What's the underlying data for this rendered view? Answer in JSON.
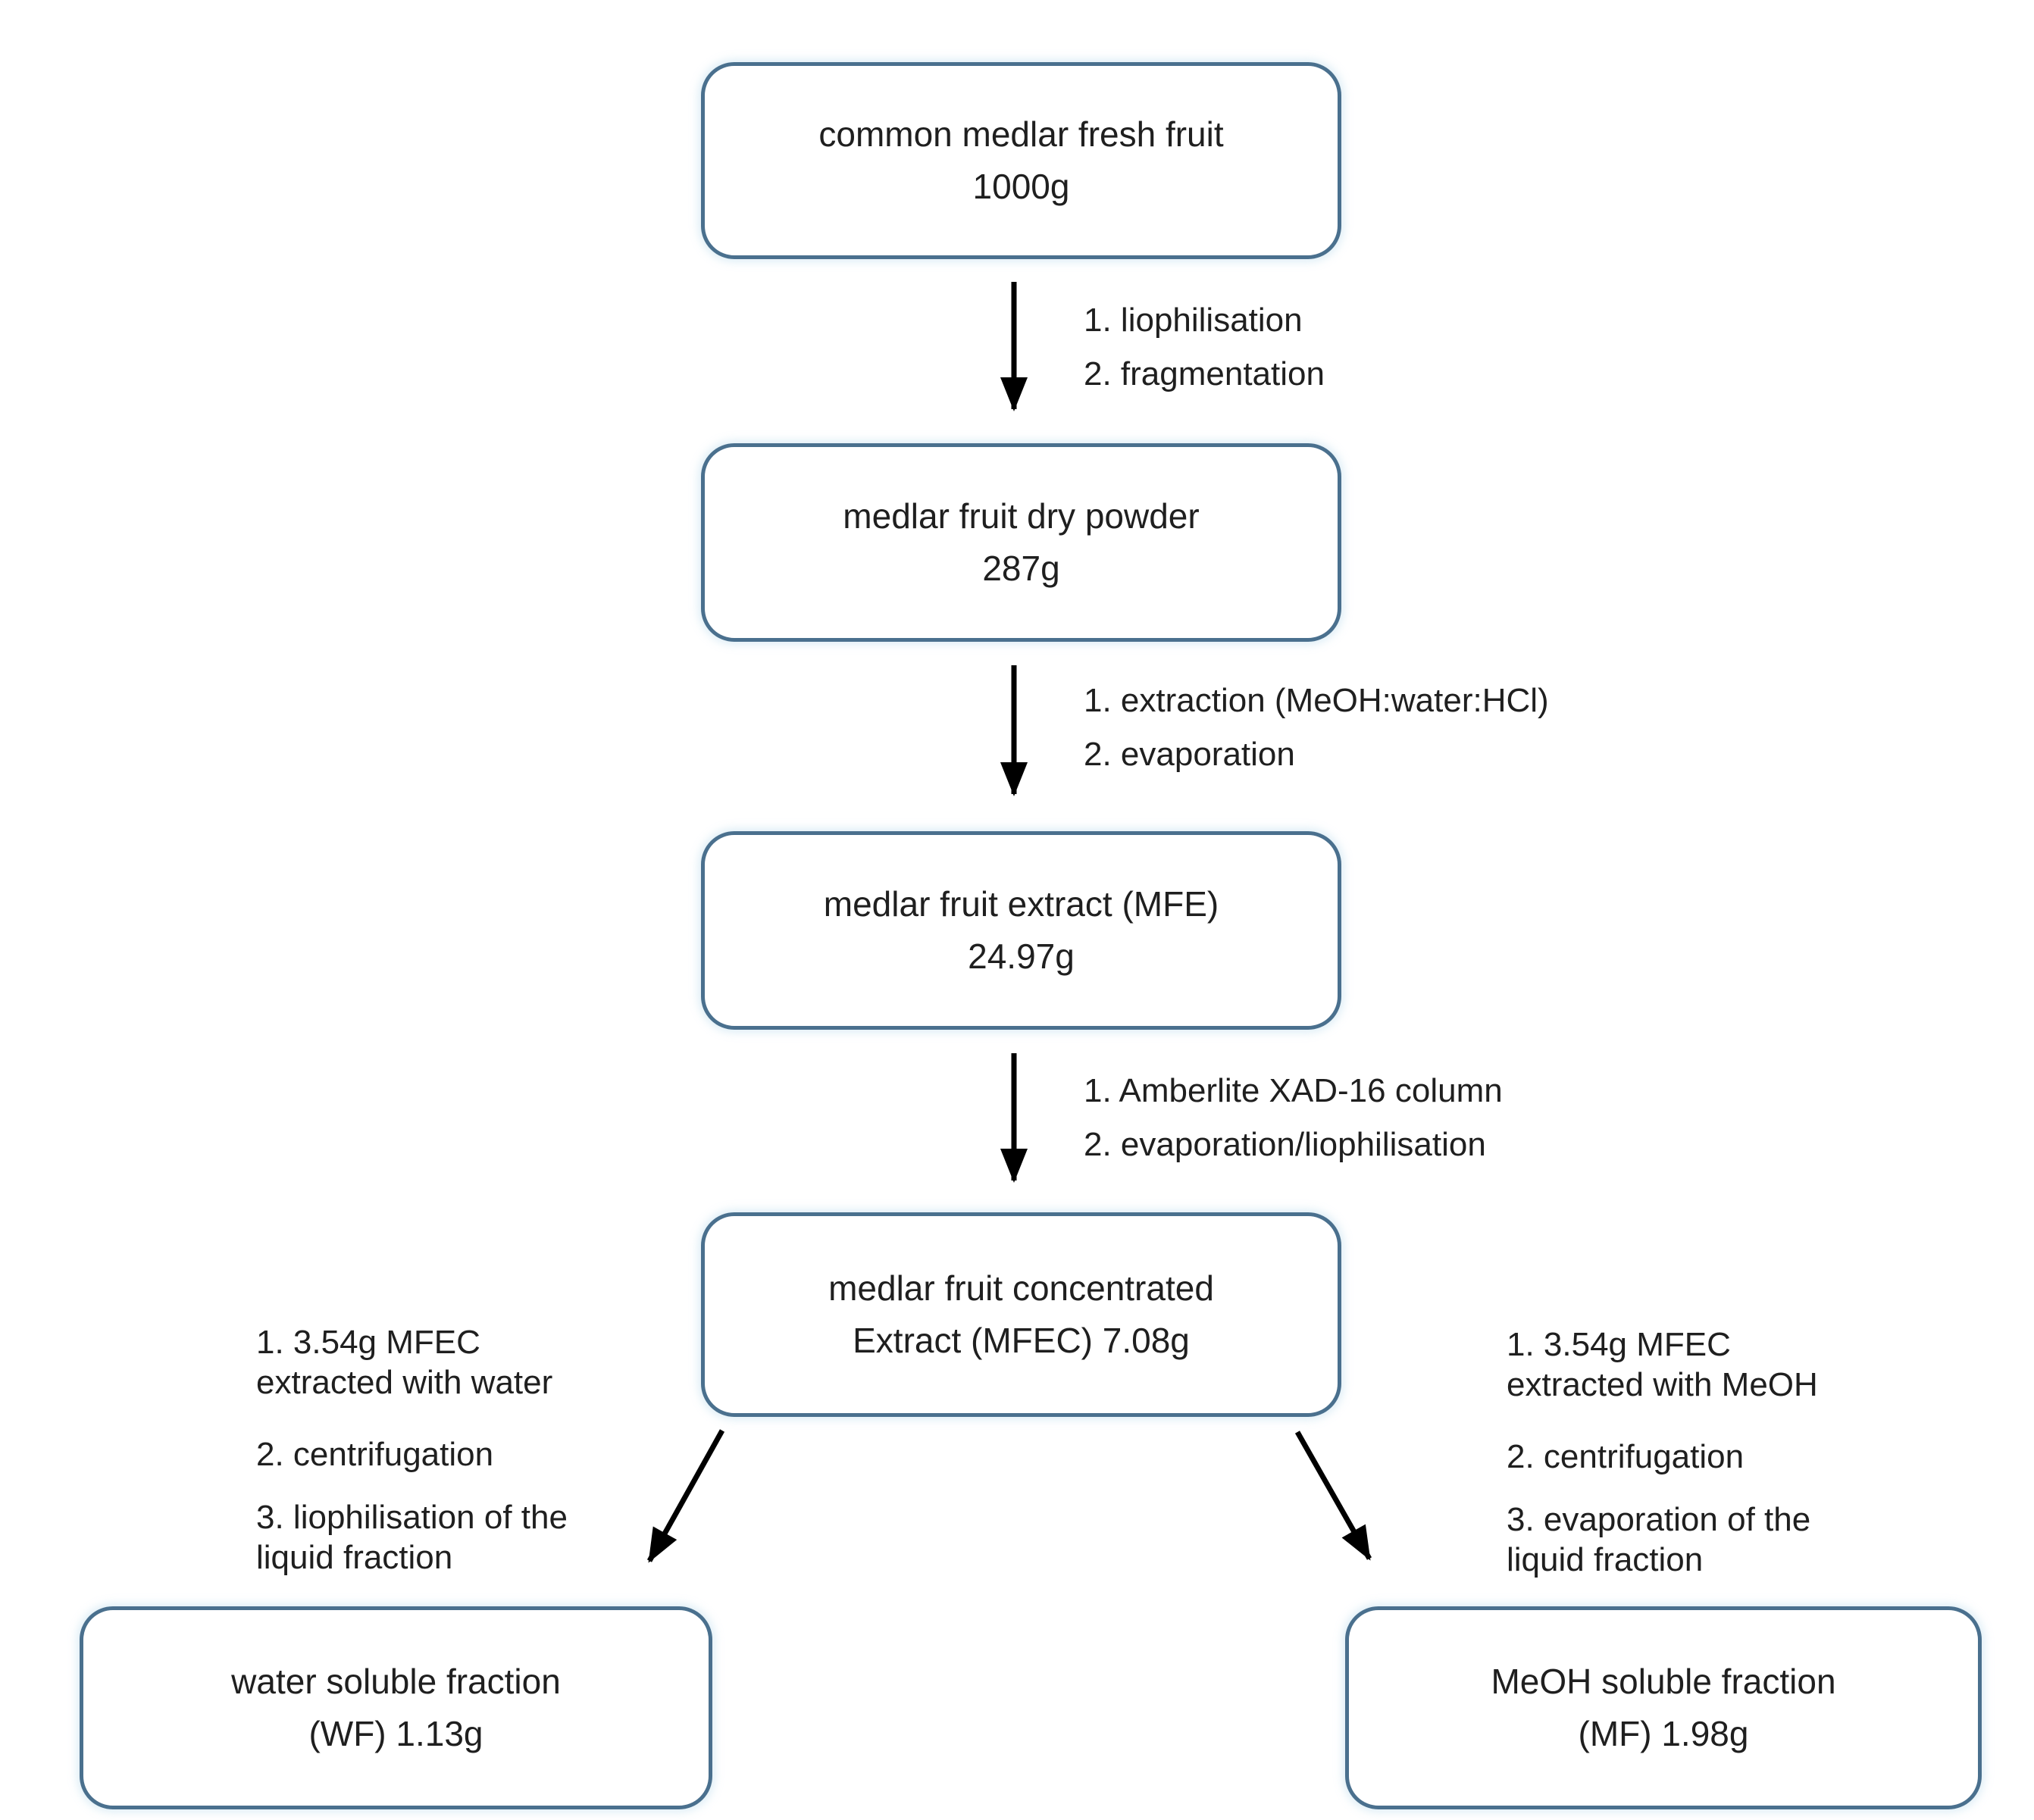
{
  "figure": {
    "type": "flowchart",
    "title": "medlar fruit extraction and fractionation scheme"
  },
  "colors": {
    "box_border": "#4a708e",
    "box_fill": "#ffffff",
    "arrow": "#000000",
    "text": "#1f1f1f",
    "background": "#ffffff"
  },
  "boxes": {
    "fresh_fruit": {
      "line1": "common medlar fresh fruit",
      "line2": "1000g"
    },
    "dry_powder": {
      "line1": "medlar fruit dry powder",
      "line2": "287g"
    },
    "mfe": {
      "line1": "medlar fruit extract (MFE)",
      "line2": "24.97g"
    },
    "mfec": {
      "line1": "medlar fruit concentrated",
      "line2": "Extract (MFEC) 7.08g"
    },
    "wf": {
      "line1": "water soluble fraction",
      "line2": "(WF) 1.13g"
    },
    "mf": {
      "line1": "MeOH soluble fraction",
      "line2": "(MF) 1.98g"
    }
  },
  "process_steps": [
    {
      "lines": [
        "1. liophilisation",
        "2. fragmentation"
      ]
    },
    {
      "lines": [
        "1. extraction (MeOH:water:HCl)",
        "2. evaporation"
      ]
    },
    {
      "lines": [
        "1. Amberlite XAD-16 column",
        "2. evaporation/liophilisation"
      ]
    }
  ],
  "branches": {
    "left": {
      "steps": [
        {
          "lines": [
            "1. 3.54g MFEC",
            "extracted with water"
          ]
        },
        {
          "lines": [
            "2. centrifugation"
          ]
        },
        {
          "lines": [
            "3. liophilisation of the",
            "liquid fraction"
          ]
        }
      ]
    },
    "right": {
      "steps": [
        {
          "lines": [
            "1. 3.54g MFEC",
            "extracted with MeOH"
          ]
        },
        {
          "lines": [
            "2. centrifugation"
          ]
        },
        {
          "lines": [
            "3. evaporation of the",
            "liquid fraction"
          ]
        }
      ]
    }
  }
}
